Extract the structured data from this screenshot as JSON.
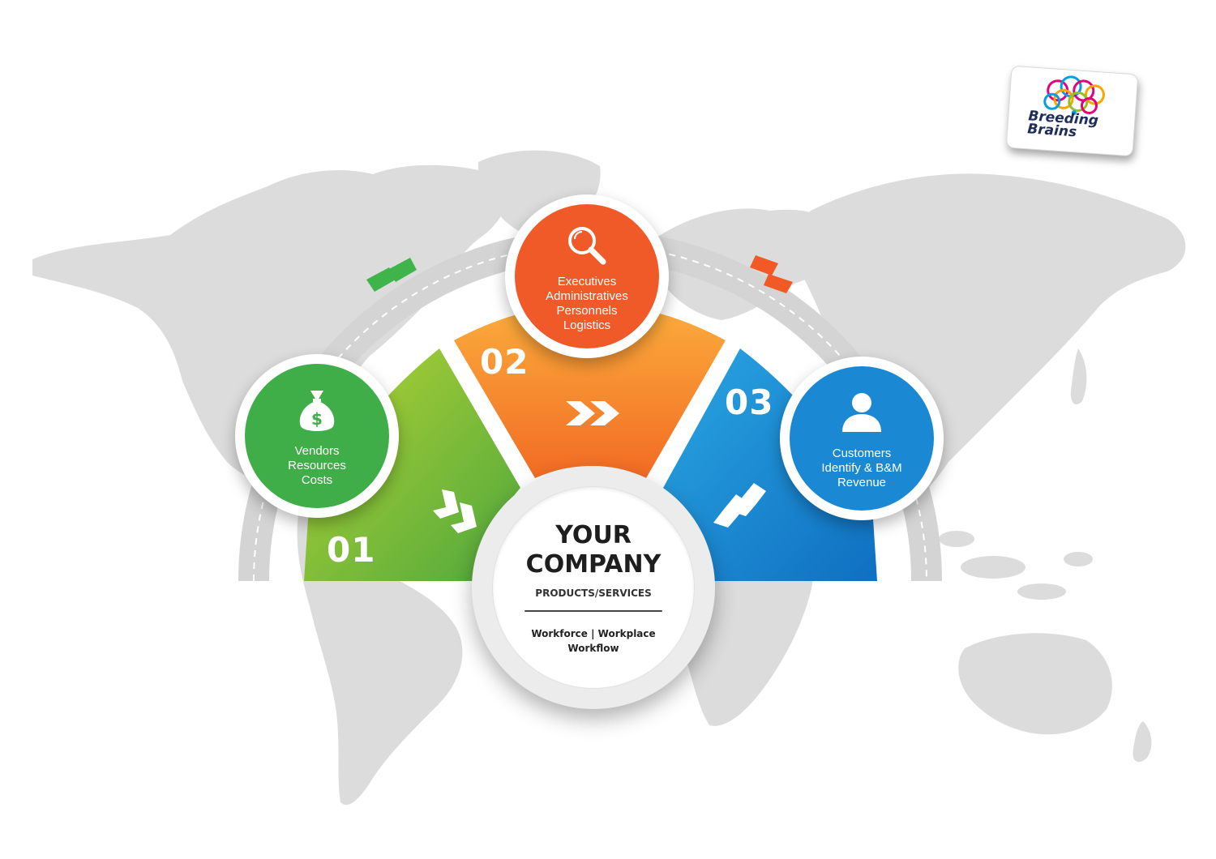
{
  "colors": {
    "map": "#dcdcdc",
    "green": "#4caf3a",
    "orange": "#f5882b",
    "red_orange": "#f15a24",
    "blue": "#1a8ad4",
    "arc_gray": "#cfcfcf"
  },
  "segments": [
    {
      "number": "01",
      "color": "#6cc04a"
    },
    {
      "number": "02",
      "color": "#f7941d"
    },
    {
      "number": "03",
      "color": "#1c8fd9"
    }
  ],
  "nodes": {
    "vendors": {
      "icon": "money-bag-icon",
      "lines": [
        "Vendors",
        "Resources",
        "Costs"
      ]
    },
    "executives": {
      "icon": "magnifier-icon",
      "lines": [
        "Executives",
        "Administratives",
        "Personnels",
        "Logistics"
      ]
    },
    "customers": {
      "icon": "user-icon",
      "lines": [
        "Customers",
        "Identify & B&M",
        "Revenue"
      ]
    }
  },
  "center": {
    "title_line1": "YOUR",
    "title_line2": "COMPANY",
    "subtitle": "PRODUCTS/SERVICES",
    "footer_line1": "Workforce |  Workplace",
    "footer_line2": "Workflow"
  },
  "logo": {
    "line1": "Breeding",
    "line2": "Brains"
  }
}
